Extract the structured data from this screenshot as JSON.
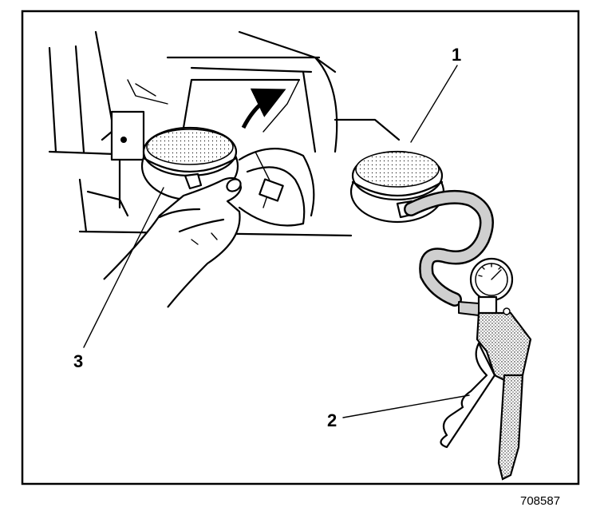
{
  "callouts": [
    {
      "id": "1",
      "label": "1"
    },
    {
      "id": "2",
      "label": "2"
    },
    {
      "id": "3",
      "label": "3"
    }
  ],
  "figure_number": "708587"
}
